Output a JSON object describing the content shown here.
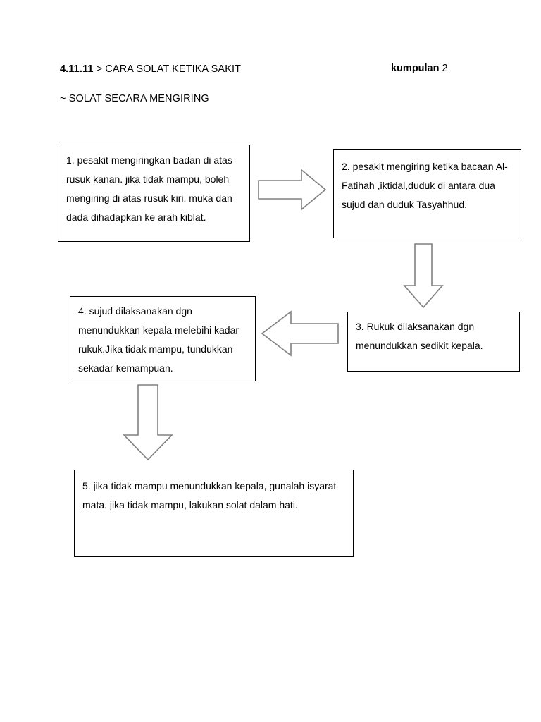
{
  "header": {
    "number": "4.11.11",
    "title_rest": " > CARA SOLAT KETIKA SAKIT",
    "group_label": "kumpulan",
    "group_number": " 2",
    "subtitle": "~ SOLAT SECARA MENGIRING"
  },
  "flowchart": {
    "type": "flowchart",
    "orientation": "serpentine",
    "box_fill": "#ffffff",
    "box_border_color": "#000000",
    "arrow_stroke_color": "#808080",
    "arrow_fill": "#ffffff",
    "steps": [
      {
        "id": "box1",
        "number": "1.",
        "text": "1. pesakit mengiringkan badan di atas rusuk kanan. jika tidak mampu, boleh mengiring di atas rusuk kiri. muka dan dada dihadapkan ke arah kiblat.",
        "note": "text overflows box; final line clipped by bottom border"
      },
      {
        "id": "box2",
        "number": "2.",
        "text": "2. pesakit mengiring ketika bacaan Al-Fatihah ,iktidal,duduk di antara dua sujud dan duduk Tasyahhud."
      },
      {
        "id": "box3",
        "number": "3.",
        "text": "3. Rukuk dilaksanakan dgn menundukkan sedikit kepala."
      },
      {
        "id": "box4",
        "number": "4.",
        "text": "4. sujud dilaksanakan dgn menundukkan kepala melebihi kadar rukuk.Jika tidak mampu, tundukkan sekadar kemampuan."
      },
      {
        "id": "box5",
        "number": "5.",
        "text": "5. jika tidak mampu menundukkan kepala, gunalah isyarat mata. jika tidak mampu, lakukan solat dalam hati."
      }
    ],
    "connectors": [
      {
        "id": "arrow-1-2",
        "from": "box1",
        "to": "box2",
        "direction": "right"
      },
      {
        "id": "arrow-2-3",
        "from": "box2",
        "to": "box3",
        "direction": "down"
      },
      {
        "id": "arrow-3-4",
        "from": "box3",
        "to": "box4",
        "direction": "left"
      },
      {
        "id": "arrow-4-5",
        "from": "box4",
        "to": "box5",
        "direction": "down"
      }
    ]
  }
}
